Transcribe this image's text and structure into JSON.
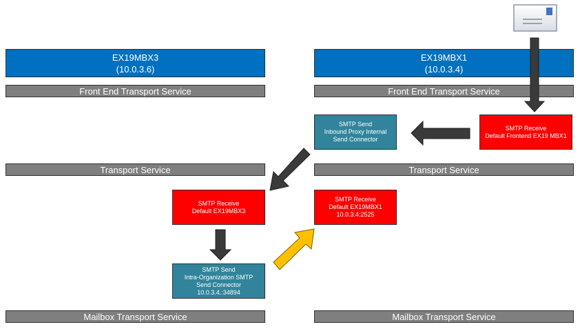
{
  "servers": {
    "left": {
      "name": "EX19MBX3",
      "ip": "(10.0.3.6)"
    },
    "right": {
      "name": "EX19MBX1",
      "ip": "(10.0.3.4)"
    }
  },
  "services": {
    "left_frontend": "Front End Transport Service",
    "right_frontend": "Front End Transport Service",
    "left_transport": "Transport Service",
    "right_transport": "Transport Service",
    "left_mailbox": "Mailbox Transport Service",
    "right_mailbox": "Mailbox Transport Service"
  },
  "nodes": {
    "smtp_receive_frontend": [
      "SMTP Receive",
      "Default Frontend EX19 MBX1"
    ],
    "smtp_send_proxy": [
      "SMTP Send",
      "Inbound Proxy Internal",
      "Send Connector"
    ],
    "smtp_receive_mbx3": [
      "SMTP Receive",
      "Default EX19MBX3"
    ],
    "smtp_send_intraorg": [
      "SMTP Send",
      "Intra-Organization SMTP",
      "Send Connector",
      "10.0.3.4.:34894"
    ],
    "smtp_receive_mbx1": [
      "SMTP Receive",
      "Default EX19MBX1",
      "10.0.3.4:2525"
    ]
  },
  "colors": {
    "server_blue": "#0070c0",
    "service_gray": "#7f7f7f",
    "receive_red": "#ff0000",
    "send_teal": "#31849b",
    "arrow_dark": "#3a3a3a",
    "arrow_highlight": "#ffc000"
  },
  "icons": {
    "envelope": "mail-envelope-icon"
  }
}
